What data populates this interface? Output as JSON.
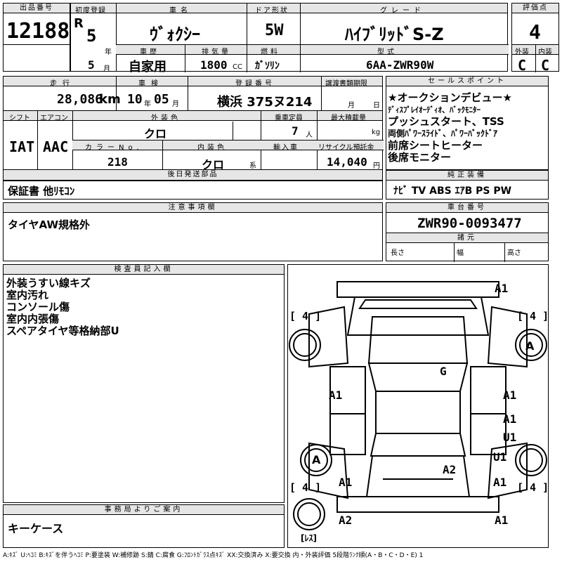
{
  "labels": {
    "lot": "出品番号",
    "first_reg": "初度登録",
    "name": "車名",
    "doors": "ドア形状",
    "grade": "グレード",
    "score": "評価点",
    "year": "年",
    "month": "月",
    "history": "車歴",
    "displacement": "排気量",
    "cc": "CC",
    "fuel": "燃料",
    "model": "型式",
    "ext": "外装",
    "int": "内装",
    "mileage": "走行",
    "inspection": "車検",
    "reg_no": "登録番号",
    "transfer": "譲渡書類期限",
    "sales": "セールスポイント",
    "shift": "シフト",
    "ac": "エアコン",
    "ext_color": "外装色",
    "capacity": "乗車定員",
    "max_load": "最大積載量",
    "color_no": "カラーNo.",
    "int_color": "内装色",
    "import": "輸入車",
    "recycle": "リサイクル預託金",
    "later": "後日発送部品",
    "equip": "純正装備",
    "notes": "注意事項欄",
    "chassis": "車台番号",
    "specs": "諸元",
    "length": "長さ",
    "width": "幅",
    "height": "高さ",
    "inspector": "検査員記入欄",
    "office": "事務局よりご案内",
    "km": "km",
    "y_unit": "年",
    "m_unit": "月",
    "nin": "人",
    "kg": "kg",
    "ken": "系",
    "yen": "円",
    "t_month": "月",
    "t_day": "日"
  },
  "vehicle": {
    "lot_no": "12188",
    "era": "R",
    "year": "5",
    "month": "5",
    "name": "ｳﾞｫｸｼｰ",
    "doors": "5W",
    "grade": "ﾊｲﾌﾞﾘｯﾄﾞS-Z",
    "score": "4",
    "history": "自家用",
    "displacement": "1800",
    "fuel": "ｶﾞｿﾘﾝ",
    "model": "6AA-ZWR90W",
    "ext_grade": "C",
    "int_grade": "C",
    "mileage": "28,086",
    "inspect_year": "10",
    "inspect_month": "05",
    "reg_no": "横浜 375ヌ214",
    "shift": "IAT",
    "ac": "AAC",
    "ext_color": "クロ",
    "capacity": "7",
    "color_no": "218",
    "int_color": "クロ",
    "recycle": "14,040",
    "chassis": "ZWR90-0093477"
  },
  "sales_points": [
    "★オークションデビュー★",
    "ﾃﾞｨｽﾌﾟﾚｲｵｰﾃﾞｨｵ、ﾊﾞｯｸﾓﾆﾀｰ",
    "プッシュスタート、TSS",
    "両側ﾊﾟﾜｰｽﾗｲﾄﾞ、ﾊﾟﾜｰﾊﾞｯｸﾄﾞｱ",
    "前席シートヒーター",
    "後席モニター"
  ],
  "later_parts": "保証書 他ﾘﾓｺﾝ",
  "equipment": "ﾅﾋﾞ TV ABS ｴｱB PS PW",
  "notes": "タイヤAW規格外",
  "inspector_notes": [
    "外装うすい線キズ",
    "室内汚れ",
    "コンソール傷",
    "室内内張傷",
    "スペアタイヤ等格納部U"
  ],
  "office_note": "キーケース",
  "diagram": {
    "marks": [
      "A1",
      "G",
      "A1",
      "A1",
      "A1",
      "U1",
      "U1",
      "A1",
      "A1",
      "A2",
      "A2",
      "A1",
      "A",
      "A"
    ],
    "tire_left_top": "[ 4 ]",
    "tire_right_top": "[ 4 ]",
    "tire_left_bottom": "[ 4 ]",
    "tire_right_bottom": "[ 4 ]",
    "spare": "[ﾚｽ]"
  },
  "legend": "A:ｷｽﾞ U:ﾍｺﾐ B:ｷｽﾞを伴うﾍｺﾐ P:要塗装 W:補修跡 S:錆 C:腐食 G:ﾌﾛﾝﾄｶﾞﾗｽ点ｷｽﾞ XX:交換済み X:要交換 内・外装評価 5段階ﾗﾝｸ順(A・B・C・D・E) 1"
}
